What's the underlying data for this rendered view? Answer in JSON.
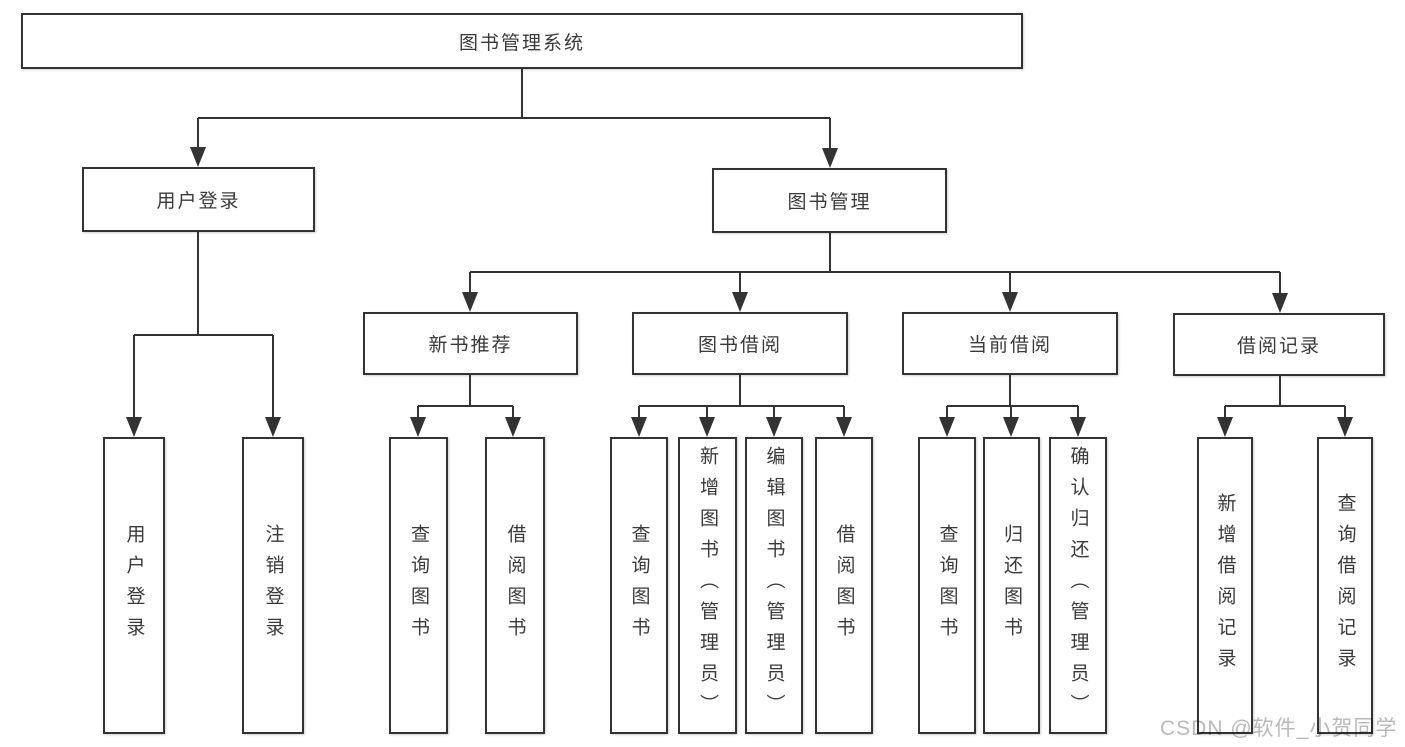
{
  "diagram": {
    "root": {
      "label": "图书管理系统"
    },
    "branches": [
      {
        "label": "用户登录",
        "children": [
          {
            "label": "用户登录"
          },
          {
            "label": "注销登录"
          }
        ]
      },
      {
        "label": "图书管理",
        "children": [
          {
            "label": "新书推荐",
            "children": [
              {
                "label": "查询图书"
              },
              {
                "label": "借阅图书"
              }
            ]
          },
          {
            "label": "图书借阅",
            "children": [
              {
                "label": "查询图书"
              },
              {
                "label": "新增图书（管理员）"
              },
              {
                "label": "编辑图书（管理员）"
              },
              {
                "label": "借阅图书"
              }
            ]
          },
          {
            "label": "当前借阅",
            "children": [
              {
                "label": "查询图书"
              },
              {
                "label": "归还图书"
              },
              {
                "label": "确认归还（管理员）"
              }
            ]
          },
          {
            "label": "借阅记录",
            "children": [
              {
                "label": "新增借阅记录"
              },
              {
                "label": "查询借阅记录"
              }
            ]
          }
        ]
      }
    ]
  },
  "watermark": {
    "text": "CSDN @软件_小贺同学"
  },
  "colors": {
    "line": "#333333",
    "box_border": "#333333",
    "box_fill": "#ffffff",
    "text": "#3a3a3a",
    "watermark": "#b9b9b9",
    "background": "#ffffff"
  }
}
